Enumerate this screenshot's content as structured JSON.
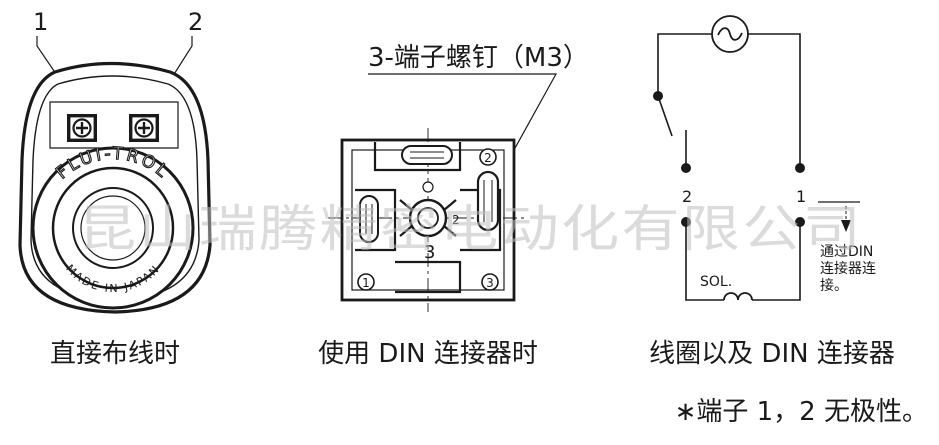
{
  "left_view": {
    "caption": "直接布线时",
    "terminal_labels": [
      "1",
      "2"
    ],
    "ring_text": "FLUI-TROL",
    "ring_sub_text": "MADE IN JAPAN"
  },
  "middle_view": {
    "caption": "使用 DIN 连接器时",
    "callout": "3-端子螺钉（M3）",
    "marks": [
      "1",
      "2",
      "3",
      "2"
    ],
    "center_label": "3"
  },
  "right_view": {
    "caption": "线圈以及 DIN 连接器",
    "terminal_labels": [
      "2",
      "1"
    ],
    "coil_label": "SOL.",
    "din_note_lines": [
      "通过DIN",
      "连接器连",
      "接。"
    ]
  },
  "footnote": "∗端子 1，2 无极性。",
  "watermark": "昆山瑞腾精密电动化有限公司"
}
